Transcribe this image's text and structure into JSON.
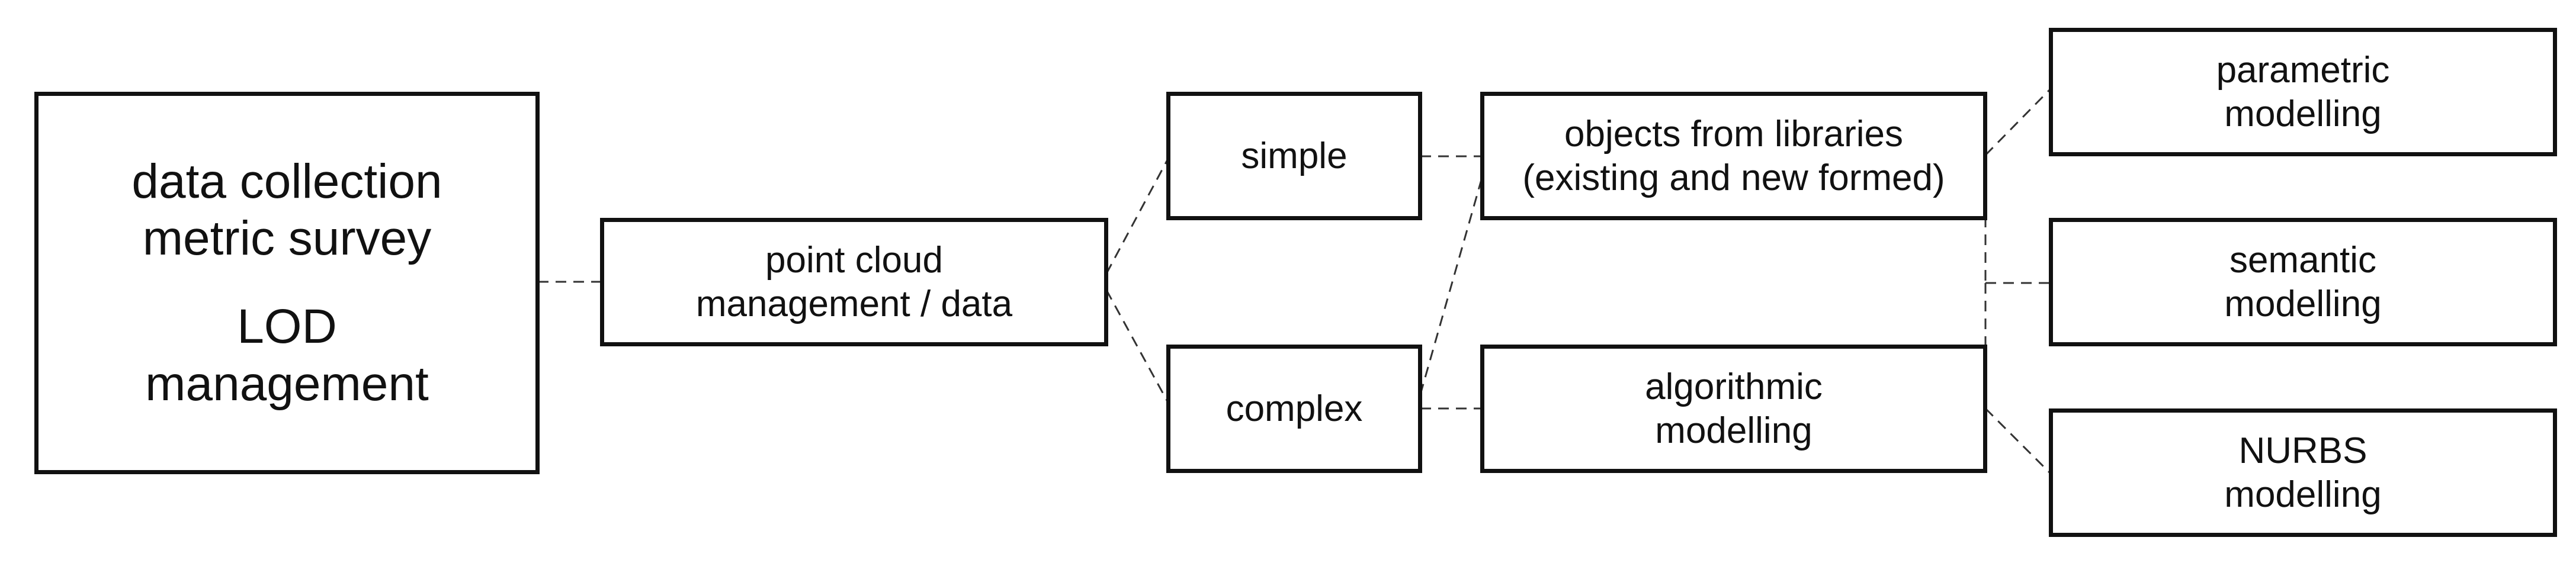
{
  "nodes": {
    "data_collection": {
      "lines": [
        "data collection",
        "metric survey",
        "LOD",
        "management"
      ]
    },
    "point_cloud": {
      "lines": [
        "point cloud",
        "management / data"
      ]
    },
    "simple": {
      "lines": [
        "simple"
      ]
    },
    "complex": {
      "lines": [
        "complex"
      ]
    },
    "objects_from_libraries": {
      "lines": [
        "objects from libraries",
        "(existing and new formed)"
      ]
    },
    "algorithmic_modelling": {
      "lines": [
        "algorithmic",
        "modelling"
      ]
    },
    "parametric_modelling": {
      "lines": [
        "parametric",
        "modelling"
      ]
    },
    "semantic_modelling": {
      "lines": [
        "semantic",
        "modelling"
      ]
    },
    "nurbs_modelling": {
      "lines": [
        "NURBS",
        "modelling"
      ]
    }
  },
  "connections": [
    {
      "from": "data_collection",
      "to": "point_cloud"
    },
    {
      "from": "point_cloud",
      "to": "simple"
    },
    {
      "from": "point_cloud",
      "to": "complex"
    },
    {
      "from": "simple",
      "to": "objects_from_libraries"
    },
    {
      "from": "complex",
      "to": "objects_from_libraries"
    },
    {
      "from": "complex",
      "to": "algorithmic_modelling"
    },
    {
      "from": "objects_from_libraries",
      "to": "parametric_modelling"
    },
    {
      "from": "objects_from_libraries",
      "to": "semantic_modelling"
    },
    {
      "from": "algorithmic_modelling",
      "to": "semantic_modelling"
    },
    {
      "from": "algorithmic_modelling",
      "to": "nurbs_modelling"
    }
  ],
  "style": {
    "line_color": "#333333",
    "box_border_color": "#111111",
    "background": "#ffffff"
  }
}
